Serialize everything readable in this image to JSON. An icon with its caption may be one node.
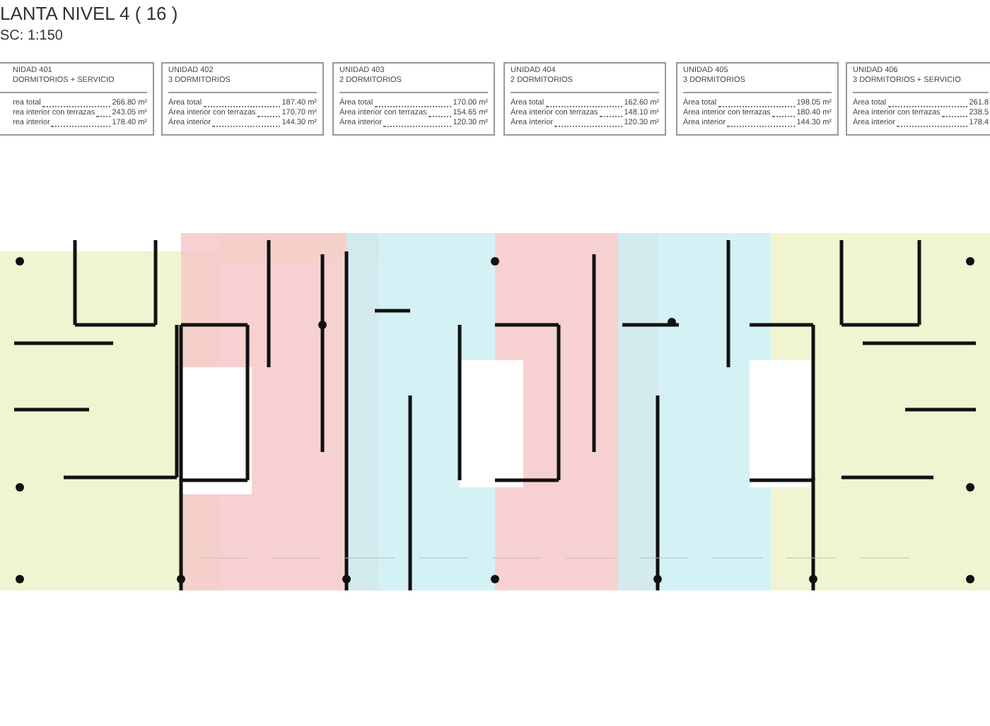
{
  "diagram": {
    "title": "LANTA NIVEL 4 ( 16 )",
    "nodes": [
      {
        "text": [
          "NIDAD 401",
          "DORMITORIOS + SERVICIO",
          "rea total",
          "266.80 m²",
          "rea interior con terrazas",
          "243.05 m²",
          "rea interior",
          "178.40 m²"
        ]
      },
      {
        "text": [
          "UNIDAD 402",
          "3 DORMITORIOS",
          "Área total",
          "187.40 m²",
          "Área interior con terrazas",
          "170.70 m²",
          "Área interior",
          "144.30 m²"
        ]
      },
      {
        "text": [
          "UNIDAD 403",
          "2 DORMITORIOS",
          "Área total",
          "170.00 m²",
          "Área interior con terrazas",
          "154.65 m²",
          "Área interior",
          "120.30 m²"
        ]
      },
      {
        "text": [
          "UNIDAD 404",
          "2 DORMITORIOS",
          "Área total",
          "162.60 m²",
          "Área interior con terrazas",
          "148.10 m²",
          "Área interior",
          "120.30 m²"
        ]
      },
      {
        "text": [
          "UNIDAD 405",
          "3 DORMITORIOS",
          "Área total",
          "198.05 m²",
          "Área interior con terrazas",
          "180.40 m²",
          "Área interior",
          "144.30 m²"
        ]
      },
      {
        "text": [
          "UNIDAD 406",
          "3 DORMITORIOS + SERVICIO",
          "Área total",
          "261.8",
          "Área interior con terrazas",
          "238.5",
          "Área interior",
          "178.4"
        ]
      }
    ],
    "labels": [
      "SC: 1:150"
    ]
  }
}
